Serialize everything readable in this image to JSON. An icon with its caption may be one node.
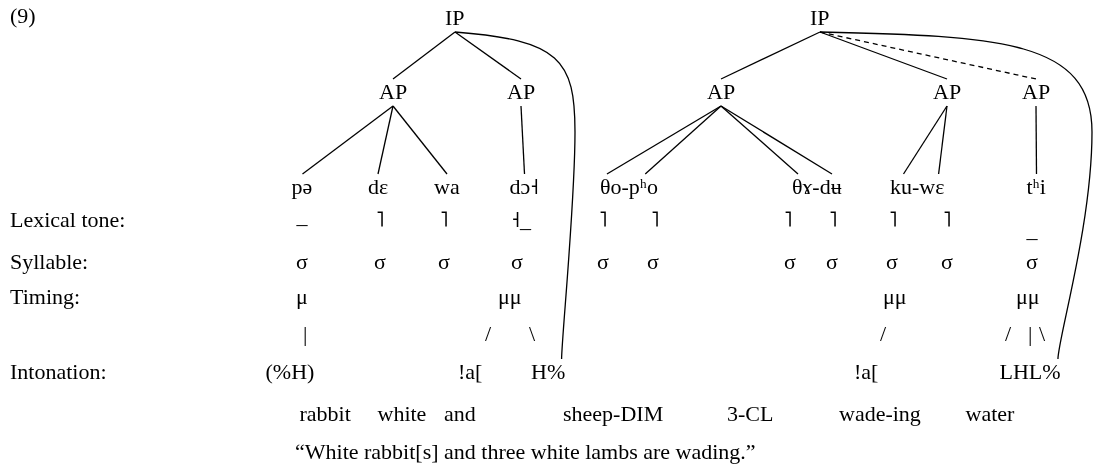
{
  "diagram": {
    "nodes": [
      {
        "text": [
          "IP"
        ]
      },
      {
        "text": [
          "IP"
        ]
      },
      {
        "text": [
          "AP"
        ]
      },
      {
        "text": [
          "AP"
        ]
      },
      {
        "text": [
          "AP"
        ]
      },
      {
        "text": [
          "AP"
        ]
      },
      {
        "text": [
          "AP"
        ]
      },
      {
        "text": [
          "pə"
        ]
      },
      {
        "text": [
          "dɛ"
        ]
      },
      {
        "text": [
          "wa"
        ]
      },
      {
        "text": [
          "dɔ˧"
        ]
      },
      {
        "text": [
          "θo-pʰo"
        ]
      },
      {
        "text": [
          "θɤ-dʉ"
        ]
      },
      {
        "text": [
          "ku-wɛ"
        ]
      },
      {
        "text": [
          "tʰi"
        ]
      },
      {
        "text": [
          "H%"
        ]
      },
      {
        "text": [
          "LHL%"
        ]
      }
    ],
    "edges": [
      {
        "from": 0,
        "to": 2,
        "arrow": "none"
      },
      {
        "from": 0,
        "to": 3,
        "arrow": "none"
      },
      {
        "from": 0,
        "to": 15,
        "arrow": "none"
      },
      {
        "from": 1,
        "to": 4,
        "arrow": "none"
      },
      {
        "from": 1,
        "to": 5,
        "arrow": "none"
      },
      {
        "from": 1,
        "to": 6,
        "arrow": "none",
        "style": "dashed"
      },
      {
        "from": 1,
        "to": 16,
        "arrow": "none"
      },
      {
        "from": 2,
        "to": 7,
        "arrow": "none"
      },
      {
        "from": 2,
        "to": 8,
        "arrow": "none"
      },
      {
        "from": 2,
        "to": 9,
        "arrow": "none"
      },
      {
        "from": 3,
        "to": 10,
        "arrow": "none"
      },
      {
        "from": 4,
        "to": 11,
        "arrow": "none"
      },
      {
        "from": 4,
        "to": 11,
        "arrow": "none"
      },
      {
        "from": 4,
        "to": 12,
        "arrow": "none"
      },
      {
        "from": 4,
        "to": 12,
        "arrow": "none"
      },
      {
        "from": 5,
        "to": 13,
        "arrow": "none"
      },
      {
        "from": 5,
        "to": 13,
        "arrow": "none"
      },
      {
        "from": 6,
        "to": 14,
        "arrow": "none"
      }
    ],
    "labels": [
      "(9)",
      "Lexical tone:",
      "_",
      "˥",
      "˥",
      "˧_",
      "˥",
      "˥",
      "˥",
      "˥",
      "˥",
      "˥",
      "_",
      "Syllable:",
      "σ",
      "σ",
      "σ",
      "σ",
      "σ",
      "σ",
      "σ",
      "σ",
      "σ",
      "σ",
      "σ",
      "Timing:",
      "μ",
      "μμ",
      "μμ",
      "μμ",
      "|",
      "/",
      "\\",
      "/",
      "/",
      "|",
      "\\",
      "Intonation:",
      "(%H)",
      "!a[",
      "!a[",
      "rabbit",
      "white",
      "and",
      "sheep-DIM",
      "3-CL",
      "wade-ing",
      "water",
      "“White rabbit[s] and three white lambs are wading.”"
    ]
  }
}
